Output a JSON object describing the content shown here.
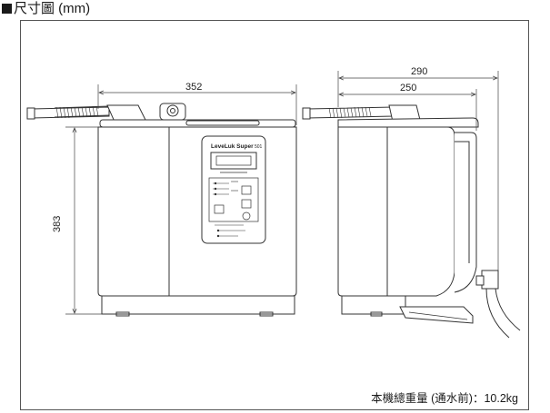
{
  "header": {
    "title": "尺寸圖 (mm)"
  },
  "dimensions": {
    "front_width": "352",
    "front_height": "383",
    "side_depth_total": "290",
    "side_depth_body": "250"
  },
  "device": {
    "brand": "LeveLuk Super",
    "brand_badge": "501"
  },
  "footer": {
    "weight_note": "本機總重量 (通水前)：10.2kg"
  },
  "colors": {
    "line": "#333333",
    "dim": "#444444"
  }
}
